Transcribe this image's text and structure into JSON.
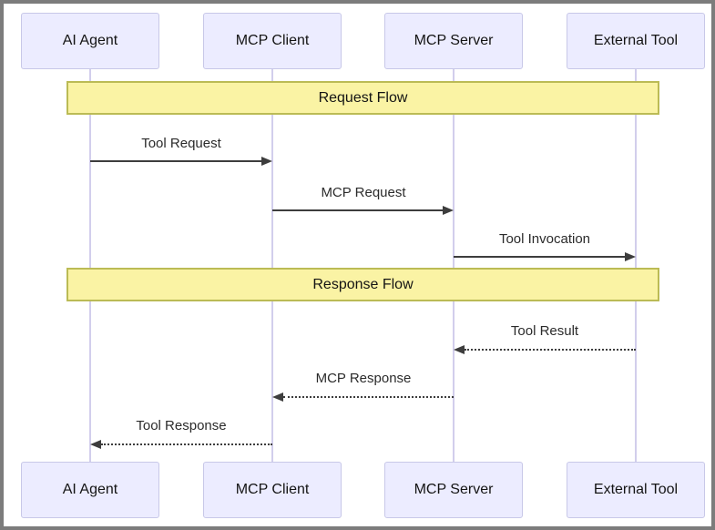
{
  "colors": {
    "actor_fill": "#ECECFF",
    "actor_border": "#C8C8E8",
    "note_fill": "#FAF3A4",
    "note_border": "#BBBB55",
    "arrow": "#3D3D3D",
    "lifeline": "#D2CEEC",
    "frame_border": "#7C7C7C"
  },
  "actors": [
    "AI Agent",
    "MCP Client",
    "MCP Server",
    "External Tool"
  ],
  "sections": [
    {
      "label": "Request Flow"
    },
    {
      "label": "Response Flow"
    }
  ],
  "messages": [
    {
      "label": "Tool Request",
      "from": "AI Agent",
      "to": "MCP Client",
      "line": "solid",
      "direction": "right"
    },
    {
      "label": "MCP Request",
      "from": "MCP Client",
      "to": "MCP Server",
      "line": "solid",
      "direction": "right"
    },
    {
      "label": "Tool Invocation",
      "from": "MCP Server",
      "to": "External Tool",
      "line": "solid",
      "direction": "right"
    },
    {
      "label": "Tool Result",
      "from": "External Tool",
      "to": "MCP Server",
      "line": "dotted",
      "direction": "left"
    },
    {
      "label": "MCP Response",
      "from": "MCP Server",
      "to": "MCP Client",
      "line": "dotted",
      "direction": "left"
    },
    {
      "label": "Tool Response",
      "from": "MCP Client",
      "to": "AI Agent",
      "line": "dotted",
      "direction": "left"
    }
  ]
}
